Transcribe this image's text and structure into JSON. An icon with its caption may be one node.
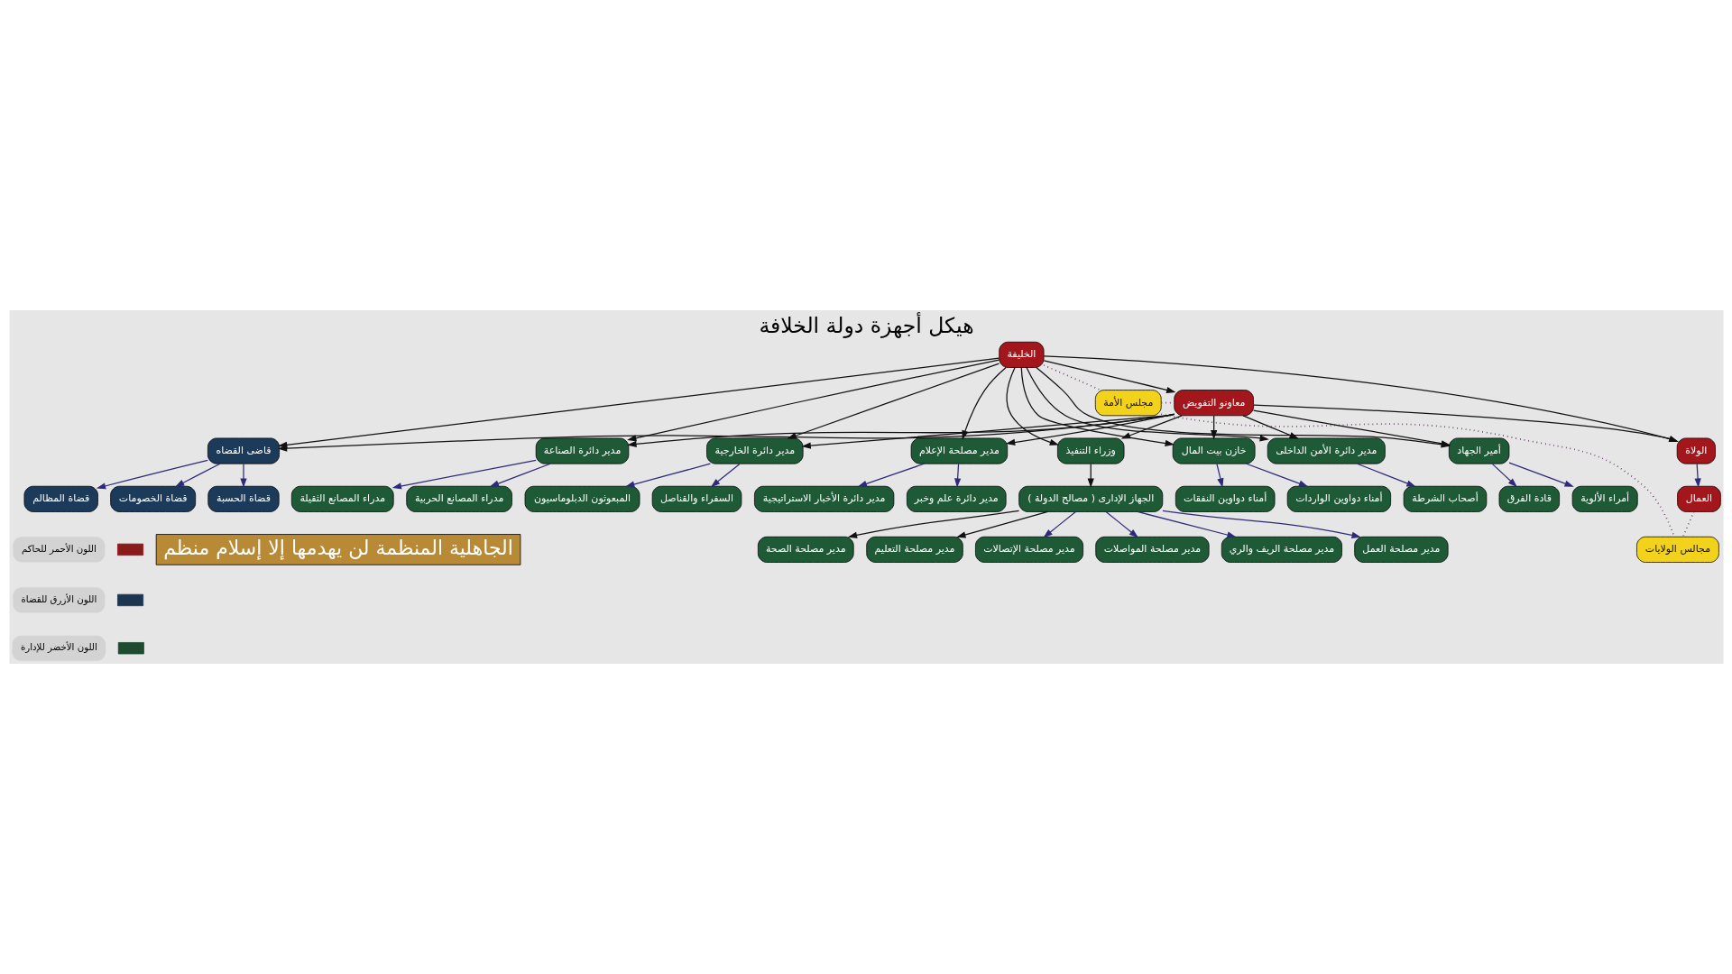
{
  "diagram": {
    "title": "هيكل أجهزة دولة الخلافة",
    "nodes": [
      {
        "text": [
          "الخليفة"
        ]
      },
      {
        "text": [
          "مجلس الأمة"
        ]
      },
      {
        "text": [
          "معاونو التفويض"
        ]
      },
      {
        "text": [
          "الولاة"
        ]
      },
      {
        "text": [
          "العمال"
        ]
      },
      {
        "text": [
          "مجالس الولايات"
        ]
      },
      {
        "text": [
          "أمير الجهاد"
        ]
      },
      {
        "text": [
          "أمراء الألوية"
        ]
      },
      {
        "text": [
          "قادة الفرق"
        ]
      },
      {
        "text": [
          "مدير دائرة الأمن الداخلى"
        ]
      },
      {
        "text": [
          "أصحاب الشرطة"
        ]
      },
      {
        "text": [
          "خازن بيت المال"
        ]
      },
      {
        "text": [
          "أمناء دواوين الواردات"
        ]
      },
      {
        "text": [
          "أمناء دواوين النفقات"
        ]
      },
      {
        "text": [
          "وزراء التنفيذ"
        ]
      },
      {
        "text": [
          "الجهاز الإدارى ( مصالح الدولة )"
        ]
      },
      {
        "text": [
          "مدير مصلحة التعليم"
        ]
      },
      {
        "text": [
          "مدير مصلحة الصحة"
        ]
      },
      {
        "text": [
          "مدير مصلحة المواصلات"
        ]
      },
      {
        "text": [
          "مدير مصلحة الإتصالات"
        ]
      },
      {
        "text": [
          "مدير مصلحة العمل"
        ]
      },
      {
        "text": [
          "مدير مصلحة الريف والري"
        ]
      },
      {
        "text": [
          "مدير مصلحة الإعلام"
        ]
      },
      {
        "text": [
          "مدير دائرة علم وخبر"
        ]
      },
      {
        "text": [
          "مدير دائرة الأخبار الاستراتيجية"
        ]
      },
      {
        "text": [
          "مدير دائرة الخارجية"
        ]
      },
      {
        "text": [
          "السفراء والقناصل"
        ]
      },
      {
        "text": [
          "المبعوثون الدبلوماسيون"
        ]
      },
      {
        "text": [
          "مدير دائرة الصناعة"
        ]
      },
      {
        "text": [
          "مدراء المصانع الحربية"
        ]
      },
      {
        "text": [
          "مدراء المصانع الثقيلة"
        ]
      },
      {
        "text": [
          "قاضى القضاه"
        ]
      },
      {
        "text": [
          "قضاة المظالم"
        ]
      },
      {
        "text": [
          "قضاة الخصومات"
        ]
      },
      {
        "text": [
          "قضاة الحسبة"
        ]
      }
    ],
    "edges": [
      {
        "from": 0,
        "to": 2,
        "arrow": "to"
      },
      {
        "from": 0,
        "to": 1,
        "arrow": "none",
        "style": "dashed",
        "color": "#5a2d5e"
      },
      {
        "from": 1,
        "to": 2,
        "arrow": "none",
        "style": "dashed",
        "color": "#5a2d5e"
      },
      {
        "from": 0,
        "to": 3,
        "arrow": "to"
      },
      {
        "from": 2,
        "to": 3,
        "arrow": "to"
      },
      {
        "from": 0,
        "to": 6,
        "arrow": "to"
      },
      {
        "from": 2,
        "to": 6,
        "arrow": "to"
      },
      {
        "from": 0,
        "to": 9,
        "arrow": "to"
      },
      {
        "from": 2,
        "to": 9,
        "arrow": "to"
      },
      {
        "from": 0,
        "to": 11,
        "arrow": "to"
      },
      {
        "from": 2,
        "to": 11,
        "arrow": "to"
      },
      {
        "from": 0,
        "to": 14,
        "arrow": "to"
      },
      {
        "from": 2,
        "to": 14,
        "arrow": "to"
      },
      {
        "from": 0,
        "to": 22,
        "arrow": "to"
      },
      {
        "from": 2,
        "to": 22,
        "arrow": "to"
      },
      {
        "from": 0,
        "to": 25,
        "arrow": "to"
      },
      {
        "from": 2,
        "to": 25,
        "arrow": "to"
      },
      {
        "from": 0,
        "to": 28,
        "arrow": "to"
      },
      {
        "from": 2,
        "to": 28,
        "arrow": "to"
      },
      {
        "from": 0,
        "to": 31,
        "arrow": "to"
      },
      {
        "from": 2,
        "to": 31,
        "arrow": "to"
      },
      {
        "from": 1,
        "to": 5,
        "arrow": "none",
        "style": "dashed",
        "color": "#5a2d5e"
      },
      {
        "from": 3,
        "to": 4,
        "arrow": "to",
        "color": "#2e2a7a"
      },
      {
        "from": 4,
        "to": 5,
        "arrow": "none",
        "style": "dashed",
        "color": "#5a2d5e"
      },
      {
        "from": 6,
        "to": 7,
        "arrow": "to",
        "color": "#2e2a7a"
      },
      {
        "from": 6,
        "to": 8,
        "arrow": "to",
        "color": "#2e2a7a"
      },
      {
        "from": 9,
        "to": 10,
        "arrow": "to",
        "color": "#2e2a7a"
      },
      {
        "from": 11,
        "to": 12,
        "arrow": "to",
        "color": "#2e2a7a"
      },
      {
        "from": 11,
        "to": 13,
        "arrow": "to",
        "color": "#2e2a7a"
      },
      {
        "from": 14,
        "to": 15,
        "arrow": "to"
      },
      {
        "from": 15,
        "to": 16,
        "arrow": "to"
      },
      {
        "from": 15,
        "to": 17,
        "arrow": "to"
      },
      {
        "from": 15,
        "to": 18,
        "arrow": "to",
        "color": "#2e2a7a"
      },
      {
        "from": 15,
        "to": 19,
        "arrow": "to",
        "color": "#2e2a7a"
      },
      {
        "from": 15,
        "to": 20,
        "arrow": "to",
        "color": "#2e2a7a"
      },
      {
        "from": 15,
        "to": 21,
        "arrow": "to",
        "color": "#2e2a7a"
      },
      {
        "from": 22,
        "to": 23,
        "arrow": "to",
        "color": "#2e2a7a"
      },
      {
        "from": 22,
        "to": 24,
        "arrow": "to",
        "color": "#2e2a7a"
      },
      {
        "from": 25,
        "to": 26,
        "arrow": "to",
        "color": "#2e2a7a"
      },
      {
        "from": 25,
        "to": 27,
        "arrow": "to",
        "color": "#2e2a7a"
      },
      {
        "from": 28,
        "to": 29,
        "arrow": "to",
        "color": "#2e2a7a"
      },
      {
        "from": 28,
        "to": 30,
        "arrow": "to",
        "color": "#2e2a7a"
      },
      {
        "from": 31,
        "to": 32,
        "arrow": "to",
        "color": "#2e2a7a"
      },
      {
        "from": 31,
        "to": 33,
        "arrow": "to",
        "color": "#2e2a7a"
      },
      {
        "from": 31,
        "to": 34,
        "arrow": "to",
        "color": "#2e2a7a"
      }
    ],
    "labels": [
      "الجاهلية المنظمة لن يهدمها إلا إسلام منظم"
    ],
    "legend": [
      {
        "text": "اللون الأحمر للحاكم",
        "color": "#8b1a1a"
      },
      {
        "text": "اللون الأزرق للقضاة",
        "color": "#1c3550"
      },
      {
        "text": "اللون الأخضر للإدارة",
        "color": "#1e4a30"
      }
    ]
  }
}
